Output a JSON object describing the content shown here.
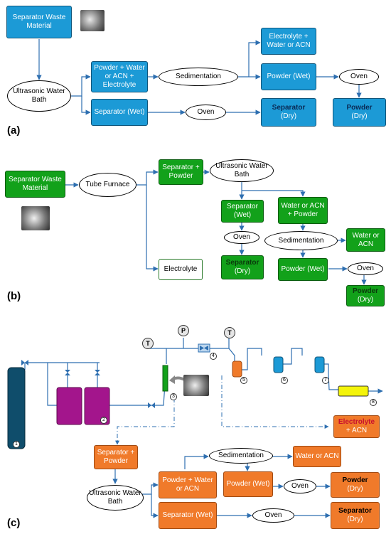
{
  "panel_a": {
    "label": "(a)",
    "start": "Separator Waste Material",
    "bath": "Ultrasonic Water Bath",
    "mix": "Powder + Water or ACN + Electrolyte",
    "sep_wet": "Separator (Wet)",
    "sedimentation": "Sedimentation",
    "electrolyte": "Electrolyte + Water or ACN",
    "powder_wet": "Powder (Wet)",
    "oven1": "Oven",
    "oven2": "Oven",
    "separator_dry_title": "Separator",
    "separator_dry_sub": "(Dry)",
    "powder_dry_title": "Powder",
    "powder_dry_sub": "(Dry)"
  },
  "panel_b": {
    "label": "(b)",
    "start": "Separator Waste Material",
    "furnace": "Tube Furnace",
    "sep_powder": "Separator + Powder",
    "bath": "Ultrasonic Water Bath",
    "sep_wet": "Separator (Wet)",
    "water_acn_powder": "Water or ACN + Powder",
    "oven1": "Oven",
    "sedimentation": "Sedimentation",
    "water_acn": "Water or ACN",
    "separator_dry_title": "Separator",
    "separator_dry_sub": "(Dry)",
    "powder_wet": "Powder (Wet)",
    "oven2": "Oven",
    "electrolyte": "Electrolyte",
    "powder_dry_title": "Powder",
    "powder_dry_sub": "(Dry)"
  },
  "panel_c": {
    "label": "(c)",
    "gauge_t1": "T",
    "gauge_p": "P",
    "gauge_t2": "T",
    "n1": "1",
    "n2": "2",
    "n3": "3",
    "n4": "4",
    "n5": "5",
    "n6": "6",
    "n7": "7",
    "n8": "8",
    "electrolyte_acn_title": "Electrolyte",
    "electrolyte_acn_sub": "+ ACN",
    "sep_powder": "Separator + Powder",
    "sedimentation": "Sedimentation",
    "water_acn": "Water or ACN",
    "mix": "Powder + Water or ACN",
    "powder_wet": "Powder (Wet)",
    "oven1": "Oven",
    "powder_dry_title": "Powder",
    "powder_dry_sub": "(Dry)",
    "bath": "Ultrasonic Water Bath",
    "sep_wet": "Separator (Wet)",
    "oven2": "Oven",
    "separator_dry_title": "Separator",
    "separator_dry_sub": "(Dry)"
  },
  "colors": {
    "blue": "#1c9ad6",
    "green": "#12a11a",
    "orange": "#f07a2a",
    "arrow_blue": "#2e6fb0",
    "column": "#0f4d6b",
    "vessel": "#a3158c",
    "yellow": "#f4f40a"
  }
}
